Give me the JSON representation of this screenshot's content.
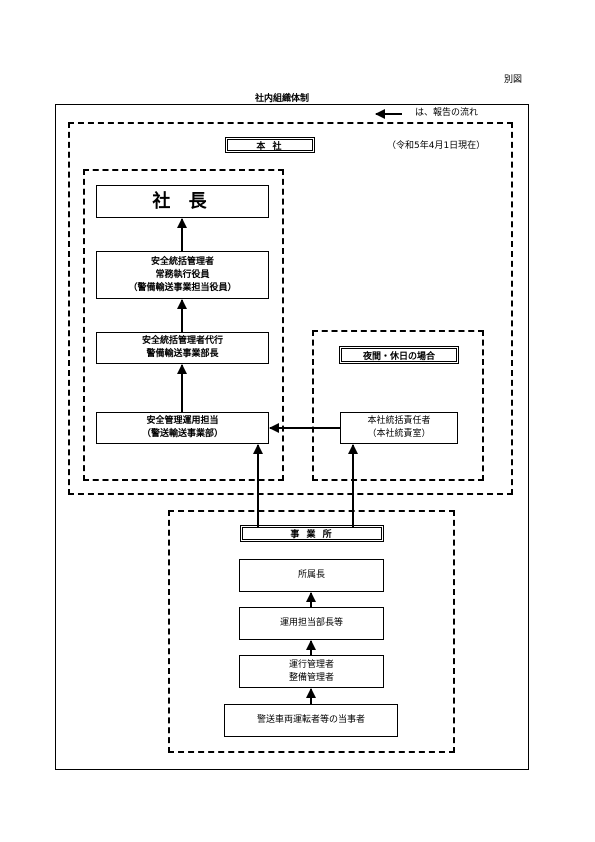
{
  "doc": {
    "attachment_label": "別図",
    "title": "社内組織体制",
    "legend_text": "は、報告の流れ"
  },
  "headquarters": {
    "label": "本 社",
    "date_note": "（令和5年4月1日現在）",
    "president": "社 長",
    "officer": [
      "安全統括管理者",
      "常務執行役員",
      "（警備輸送事業担当役員）"
    ],
    "deputy": [
      "安全統括管理者代行",
      "警備輸送事業部長"
    ],
    "operations": [
      "安全管理運用担当",
      "（警送輸送事業部）"
    ],
    "night_label": "夜間・休日の場合",
    "night_responsible": [
      "本社統括責任者",
      "（本社統責室）"
    ]
  },
  "branch": {
    "label": "事 業 所",
    "manager": "所属長",
    "ops_head": "運用担当部長等",
    "supervisors": [
      "運行管理者",
      "整備管理者"
    ],
    "drivers": "警送車両運転者等の当事者"
  }
}
